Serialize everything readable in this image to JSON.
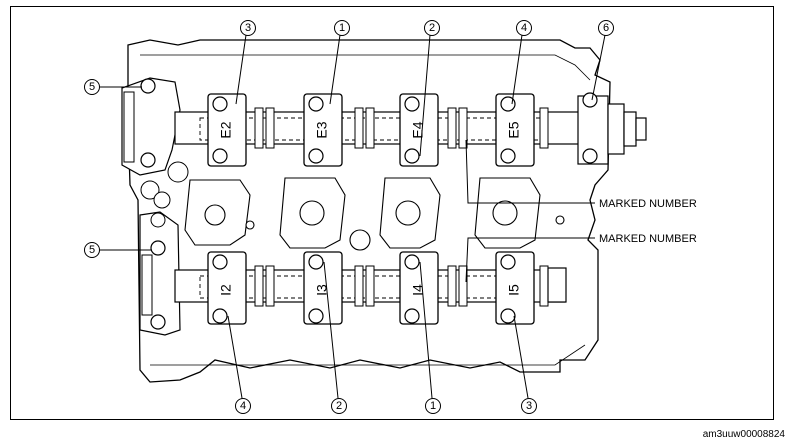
{
  "callouts": {
    "top": [
      "3",
      "1",
      "2",
      "4",
      "6"
    ],
    "bottom": [
      "4",
      "2",
      "1",
      "3"
    ],
    "left_upper": "5",
    "left_lower": "5"
  },
  "cap_labels": {
    "exhaust": [
      "E2",
      "E3",
      "E4",
      "E5"
    ],
    "intake": [
      "I2",
      "I3",
      "I4",
      "I5"
    ]
  },
  "annotations": {
    "marked_number_upper": "MARKED NUMBER",
    "marked_number_lower": "MARKED NUMBER"
  },
  "figure_id": "am3uuw00008824",
  "colors": {
    "line": "#000000",
    "background": "#ffffff",
    "cap_fill": "#ffffff"
  }
}
